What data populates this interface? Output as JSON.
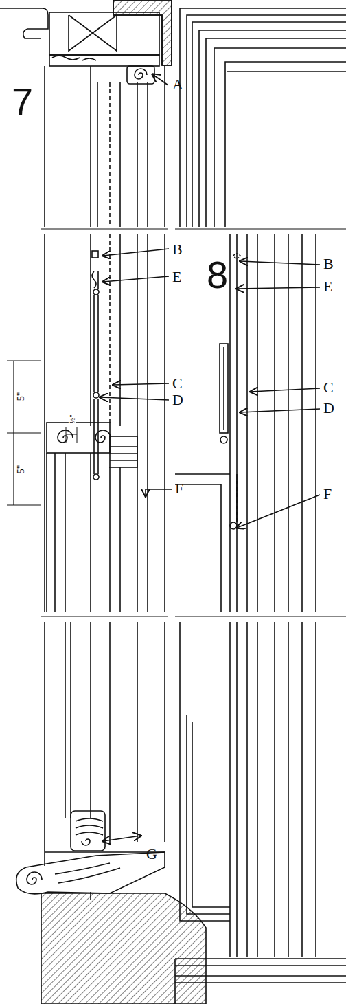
{
  "diagram": {
    "labels": [
      "7",
      "A",
      "B",
      "E",
      "C",
      "D",
      "5\"",
      "5\"",
      "½\"",
      "F",
      "G",
      "8",
      "B",
      "E",
      "C",
      "D",
      "F"
    ]
  }
}
